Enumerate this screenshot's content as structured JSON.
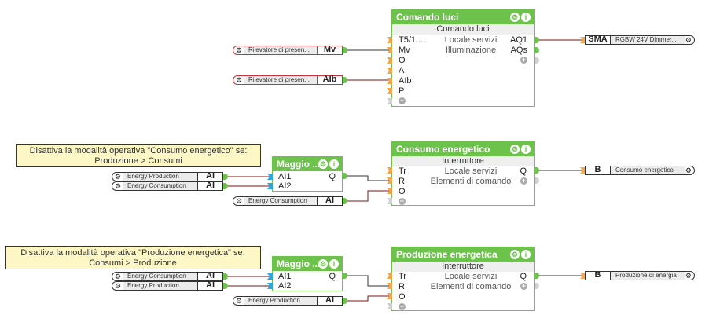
{
  "colors": {
    "block_green": "#6cc24a",
    "input_pin": "#f5a64a",
    "compare_pin": "#29a9e0",
    "wire_dark": "#333333",
    "wire_red": "#7a1010",
    "note_bg": "#fcf7c4"
  },
  "icons": {
    "gear": "⚙",
    "info": "i",
    "plus": "+"
  },
  "blocks": {
    "comando_luci": {
      "title": "Comando luci",
      "subtitle": "Comando luci",
      "inputs": [
        "T5/1 ...",
        "Mv",
        "O",
        "A",
        "AIb",
        "P"
      ],
      "middle": [
        "Locale servizi",
        "Illuminazione"
      ],
      "outputs": [
        "AQ1",
        "AQs"
      ]
    },
    "consumo_energetico": {
      "title": "Consumo energetico",
      "subtitle": "Interruttore",
      "inputs": [
        "Tr",
        "R",
        "O"
      ],
      "middle": [
        "Locale servizi",
        "Elementi di comando"
      ],
      "outputs": [
        "Q"
      ]
    },
    "produzione_energetica": {
      "title": "Produzione energetica",
      "subtitle": "Interruttore",
      "inputs": [
        "Tr",
        "R",
        "O"
      ],
      "middle": [
        "Locale servizi",
        "Elementi di comando"
      ],
      "outputs": [
        "Q"
      ]
    },
    "maggiore_1": {
      "title": "Maggio ...",
      "inputs": [
        "AI1",
        "AI2"
      ],
      "outputs": [
        "Q"
      ]
    },
    "maggiore_2": {
      "title": "Maggio ...",
      "inputs": [
        "AI1",
        "AI2"
      ],
      "outputs": [
        "Q"
      ]
    }
  },
  "input_refs": [
    {
      "label": "Rilevatore di presen...",
      "tag": "Mv"
    },
    {
      "label": "Rilevatore di presen...",
      "tag": "AIb"
    },
    {
      "label": "Energy Production",
      "tag": "AI"
    },
    {
      "label": "Energy Consumption",
      "tag": "AI"
    },
    {
      "label": "Energy Consumption",
      "tag": "AI"
    },
    {
      "label": "Energy Consumption",
      "tag": "AI"
    },
    {
      "label": "Energy Production",
      "tag": "AI"
    },
    {
      "label": "Energy Production",
      "tag": "AI"
    }
  ],
  "output_refs": [
    {
      "tag": "SMA",
      "label": "RGBW 24V Dimmer..."
    },
    {
      "tag": "B",
      "label": "Consumo energetico"
    },
    {
      "tag": "B",
      "label": "Produzione di energia"
    }
  ],
  "notes": [
    {
      "line1": "Disattiva la modalità operativa \"Consumo energetico\" se:",
      "line2": "Produzione > Consumi"
    },
    {
      "line1": "Disattiva la modalità operativa \"Produzione energetica\" se:",
      "line2": "Consumi > Produzione"
    }
  ]
}
